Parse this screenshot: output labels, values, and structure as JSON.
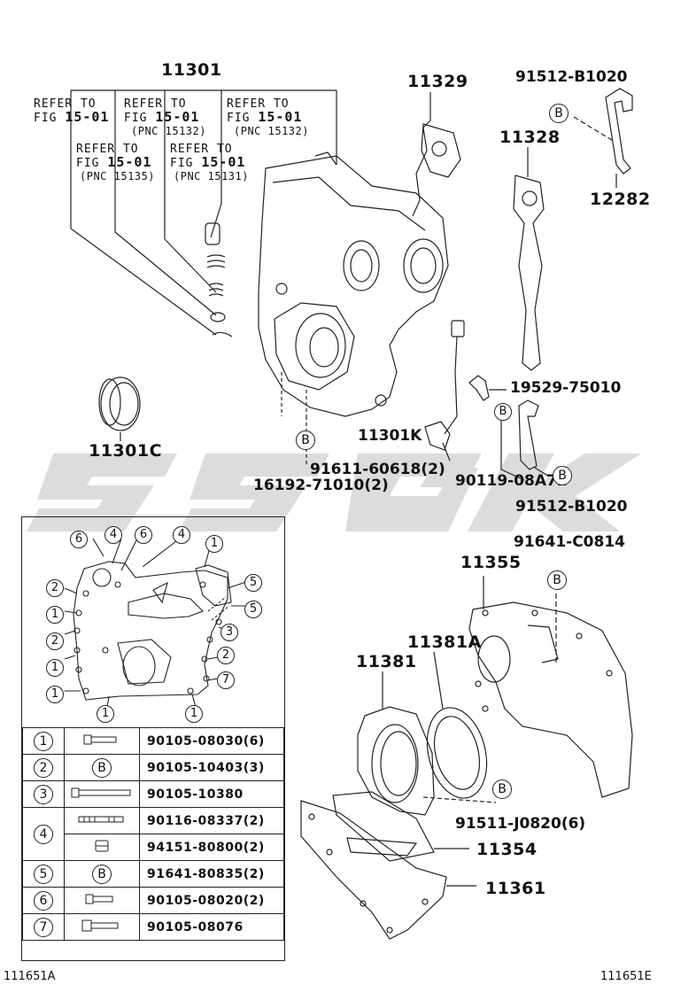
{
  "parts": {
    "p11301": "11301",
    "p11329": "11329",
    "p91512_top": "91512-B1020",
    "p11328": "11328",
    "p12282": "12282",
    "p19529": "19529-75010",
    "p11301k": "11301K",
    "p90119": "90119-08A72",
    "p91611": "91611-60618(2)",
    "p16192": "16192-71010(2)",
    "p91512_bot": "91512-B1020",
    "p11301c": "11301C",
    "p91641": "91641-C0814",
    "p11355": "11355",
    "p11381a": "11381A",
    "p11381": "11381",
    "p91511": "91511-J0820(6)",
    "p11354": "11354",
    "p11361": "11361"
  },
  "refers": [
    {
      "l1": "REFER TO",
      "l2a": "FIG ",
      "l2b": "15-01",
      "l3": ""
    },
    {
      "l1": "REFER TO",
      "l2a": "FIG ",
      "l2b": "15-01",
      "l3": "(PNC 15132)"
    },
    {
      "l1": "REFER TO",
      "l2a": "FIG ",
      "l2b": "15-01",
      "l3": "(PNC 15132)"
    },
    {
      "l1": "REFER TO",
      "l2a": "FIG ",
      "l2b": "15-01",
      "l3": "(PNC 15135)"
    },
    {
      "l1": "REFER TO",
      "l2a": "FIG ",
      "l2b": "15-01",
      "l3": "(PNC 15131)"
    }
  ],
  "callout_b": "B",
  "inset_markers": {
    "top": [
      "6",
      "4",
      "6",
      "4",
      "1"
    ],
    "left": [
      "2",
      "1",
      "2",
      "1",
      "1"
    ],
    "right": [
      "5",
      "5",
      "3",
      "2",
      "7"
    ],
    "bottom": [
      "1",
      "1"
    ]
  },
  "spec_rows": [
    {
      "num": "1",
      "mark": "",
      "part": "90105-08030(6)"
    },
    {
      "num": "2",
      "mark": "B",
      "part": "90105-10403(3)"
    },
    {
      "num": "3",
      "mark": "",
      "part": "90105-10380"
    },
    {
      "num": "4",
      "mark": "",
      "part": "90116-08337(2)"
    },
    {
      "num": "",
      "mark": "",
      "part": "94151-80800(2)"
    },
    {
      "num": "5",
      "mark": "B",
      "part": "91641-80835(2)"
    },
    {
      "num": "6",
      "mark": "",
      "part": "90105-08020(2)"
    },
    {
      "num": "7",
      "mark": "",
      "part": "90105-08076"
    }
  ],
  "footer": {
    "left": "111651A",
    "right": "111651E"
  },
  "colors": {
    "line": "#222222",
    "watermark": "#dcdcdc"
  }
}
